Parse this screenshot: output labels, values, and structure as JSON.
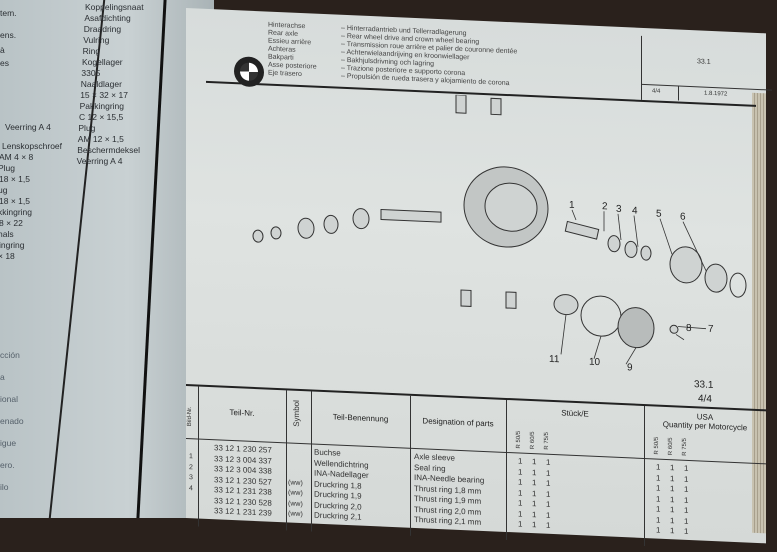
{
  "left_page": {
    "items": [
      "Koppelingsnaat",
      "Asafdichting",
      "Draadring",
      "Vulring",
      "Ring",
      "Kogellager",
      "3305",
      "Naaldlager",
      "15 × 32 × 17",
      "Pakkingring",
      "C 12 × 15,5",
      "Plug",
      "AM 12 × 1,5",
      "Beschermdeksel",
      "Veerring A 4",
      "Veerring A 4",
      "Lenskopschroef",
      "AM 4 × 8",
      "Plug",
      "18 × 1,5",
      "ug",
      "18 × 1,5",
      "kkingring",
      "8 × 22",
      "hals",
      "ingring",
      "× 18"
    ],
    "left_fragments": [
      "tem.",
      "ens.",
      "à",
      "es"
    ],
    "lower_fragments": [
      "cción",
      "a",
      "ional",
      "enado",
      "igue",
      "ero.",
      "ilo"
    ]
  },
  "header": {
    "languages": [
      "Hinterachse",
      "Rear axle",
      "Essieu arrière",
      "Achteras",
      "Bakparti",
      "Asse posteriore",
      "Eje trasero"
    ],
    "descriptions": [
      "– Hinterradantrieb und Tellerradlagerung",
      "– Rear wheel drive and crown wheel bearing",
      "– Transmission roue arrière et palier de couronne dentée",
      "– Achterwielaandrijving en kroonwiellager",
      "– Bakhjulsdrivning och lagring",
      "– Trazione posteriore e supporto corona",
      "– Propulsión de rueda trasera y alojamiento de corona"
    ],
    "group_code": "33.1",
    "sheet": "4/4",
    "date": "1.8.1972"
  },
  "diagram": {
    "callouts": [
      "1",
      "2",
      "3",
      "4",
      "5",
      "6",
      "7",
      "8",
      "9",
      "10",
      "11"
    ],
    "ref_code": "33.1",
    "ref_sheet": "4/4"
  },
  "table": {
    "headers": {
      "bild_nr": "Bild-Nr.",
      "teil_nr": "Teil-Nr.",
      "symbol": "Symbol",
      "teil_benennung": "Teil-Benennung",
      "designation": "Designation of parts",
      "stueck": "Stück/E",
      "usa": "USA",
      "usa_sub": "Quantity per Motorcycle",
      "models": [
        "R 50/5",
        "R 60/5",
        "R 75/5"
      ]
    },
    "rows": [
      {
        "bild": "1",
        "teil": "33 12 1 230 257",
        "symbol": "",
        "benennung": "Buchse",
        "designation": "Axle sleeve",
        "qty": [
          "1",
          "1",
          "1"
        ],
        "usa": [
          "1",
          "1",
          "1"
        ]
      },
      {
        "bild": "2",
        "teil": "33 12 3 004 337",
        "symbol": "",
        "benennung": "Wellendichtring",
        "designation": "Seal ring",
        "qty": [
          "1",
          "1",
          "1"
        ],
        "usa": [
          "1",
          "1",
          "1"
        ]
      },
      {
        "bild": "3",
        "teil": "33 12 3 004 338",
        "symbol": "",
        "benennung": "INA-Nadellager",
        "designation": "INA-Needle bearing",
        "qty": [
          "1",
          "1",
          "1"
        ],
        "usa": [
          "1",
          "1",
          "1"
        ]
      },
      {
        "bild": "4",
        "teil": "33 12 1 230 527",
        "symbol": "(ww)",
        "benennung": "Druckring 1,8",
        "designation": "Thrust ring 1,8 mm",
        "qty": [
          "1",
          "1",
          "1"
        ],
        "usa": [
          "1",
          "1",
          "1"
        ]
      },
      {
        "bild": "",
        "teil": "33 12 1 231 238",
        "symbol": "(ww)",
        "benennung": "Druckring 1,9",
        "designation": "Thrust ring 1,9 mm",
        "qty": [
          "1",
          "1",
          "1"
        ],
        "usa": [
          "1",
          "1",
          "1"
        ]
      },
      {
        "bild": "",
        "teil": "33 12 1 230 528",
        "symbol": "(ww)",
        "benennung": "Druckring 2,0",
        "designation": "Thrust ring 2,0 mm",
        "qty": [
          "1",
          "1",
          "1"
        ],
        "usa": [
          "1",
          "1",
          "1"
        ]
      },
      {
        "bild": "",
        "teil": "33 12 1 231 239",
        "symbol": "(ww)",
        "benennung": "Druckring 2,1",
        "designation": "Thrust ring 2,1 mm",
        "qty": [
          "1",
          "1",
          "1"
        ],
        "usa": [
          "1",
          "1",
          "1"
        ]
      }
    ]
  }
}
